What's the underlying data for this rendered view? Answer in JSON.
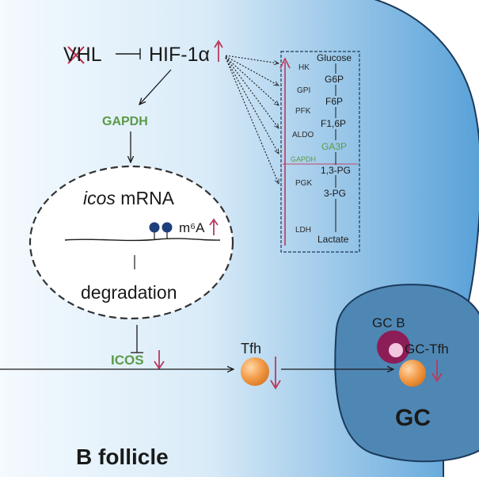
{
  "diagram": {
    "region_labels": {
      "follicle": "B follicle",
      "germinal_center": "GC"
    },
    "vhl": "VHL",
    "hif": "HIF-1α",
    "gapdh": "GAPDH",
    "mrna": {
      "gene": "icos",
      "suffix": " mRNA",
      "modification": "m⁶A"
    },
    "degradation": "degradation",
    "icos": "ICOS",
    "cells": {
      "tfh": "Tfh",
      "gc_b": "GC B",
      "gc_tfh": "GC-Tfh"
    },
    "glycolysis": {
      "metabolites": [
        "Glucose",
        "G6P",
        "F6P",
        "F1,6P",
        "GA3P",
        "1,3-PG",
        "3-PG",
        "Lactate"
      ],
      "enzymes": [
        "HK",
        "GPI",
        "PFK",
        "ALDO",
        "GAPDH",
        "PGK",
        "LDH"
      ]
    },
    "colors": {
      "membrane": "#1b3a5c",
      "follicle_fill": "#5aa6dc",
      "gc_fill": "#4f87b4",
      "green_text": "#5b9a48",
      "up_down_arrow": "#b83a5d",
      "cell_orange": "#f09c45",
      "gc_b_purple": "#8c1d57",
      "gc_tfh_pink": "#f3c6df"
    }
  }
}
